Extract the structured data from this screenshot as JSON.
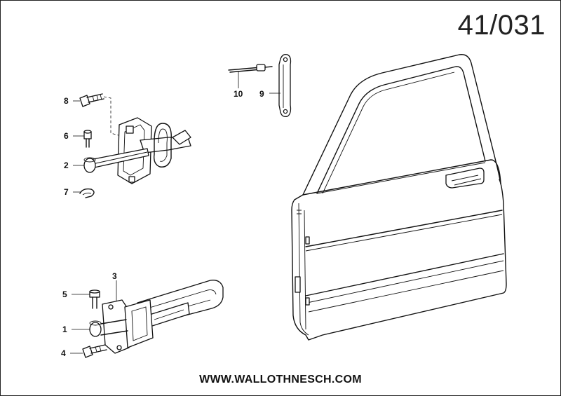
{
  "diagram_code": "41/031",
  "footer_url": "WWW.WALLOTHNESCH.COM",
  "callouts": {
    "c1": "1",
    "c2": "2",
    "c3": "3",
    "c4": "4",
    "c5": "5",
    "c6": "6",
    "c7": "7",
    "c8": "8",
    "c9": "9",
    "c10": "10"
  }
}
